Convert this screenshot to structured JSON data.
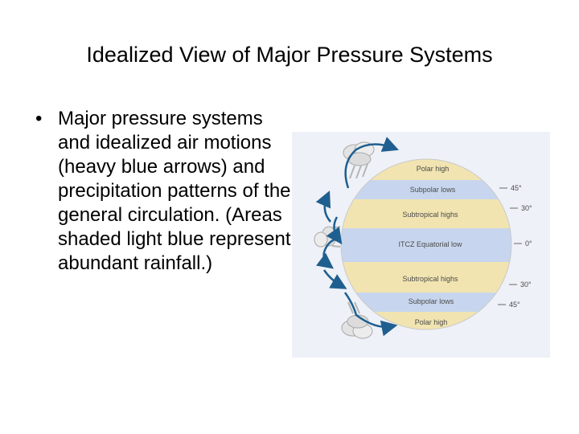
{
  "title": "Idealized View of Major Pressure Systems",
  "bullet": {
    "marker": "•",
    "text": "Major pressure systems and idealized air motions (heavy blue arrows) and precipitation patterns of the general circulation. (Areas shaded light blue represent abundant rainfall.)"
  },
  "diagram": {
    "bands": [
      {
        "label": "Polar high",
        "shade": "dry"
      },
      {
        "label": "Subpolar lows",
        "shade": "wet"
      },
      {
        "label": "Subtropical highs",
        "shade": "dry"
      },
      {
        "label": "ITCZ Equatorial low",
        "shade": "wet"
      },
      {
        "label": "Subtropical highs",
        "shade": "dry"
      },
      {
        "label": "Subpolar lows",
        "shade": "wet"
      },
      {
        "label": "Polar high",
        "shade": "dry"
      }
    ],
    "latitudes": [
      "45°",
      "30°",
      "0°",
      "30°",
      "45°"
    ],
    "colors": {
      "dry_band": "#f1e4b0",
      "wet_band": "#c7d6ee",
      "arrow": "#1f5f8f",
      "background": "#eef1f7",
      "label": "#4a4a4a"
    }
  }
}
